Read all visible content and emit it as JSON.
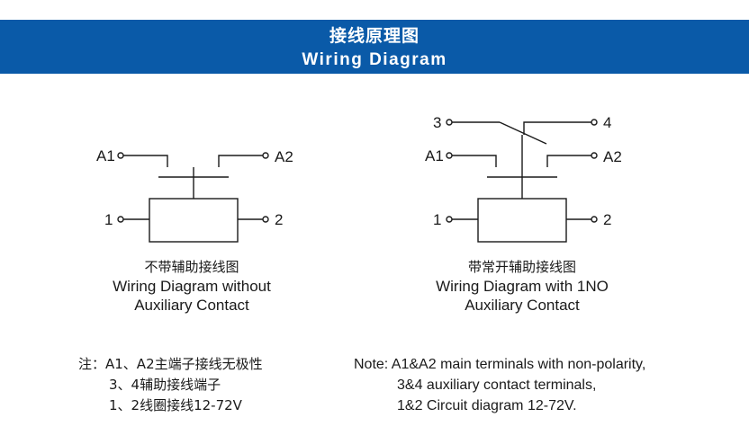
{
  "header": {
    "title_cn": "接线原理图",
    "title_en": "Wiring Diagram"
  },
  "diagram_left": {
    "terminals": {
      "a1": "A1",
      "a2": "A2",
      "t1": "1",
      "t2": "2"
    },
    "caption": {
      "cn": "不带辅助接线图",
      "en_line1": "Wiring Diagram without",
      "en_line2": "Auxiliary Contact"
    }
  },
  "diagram_right": {
    "terminals": {
      "t3": "3",
      "t4": "4",
      "a1": "A1",
      "a2": "A2",
      "t1": "1",
      "t2": "2"
    },
    "caption": {
      "cn": "带常开辅助接线图",
      "en_line1": "Wiring Diagram with 1NO",
      "en_line2": "Auxiliary Contact"
    }
  },
  "notes_cn": {
    "line1": "注：A1、A2主端子接线无极性",
    "line2": "3、4辅助接线端子",
    "line3": "1、2线圈接线12-72V"
  },
  "notes_en": {
    "line1": "Note: A1&A2 main terminals with non-polarity,",
    "line2": "3&4 auxiliary contact terminals,",
    "line3": "1&2 Circuit diagram 12-72V."
  },
  "colors": {
    "banner": "#0a5aa8",
    "line": "#1a1a1a"
  }
}
